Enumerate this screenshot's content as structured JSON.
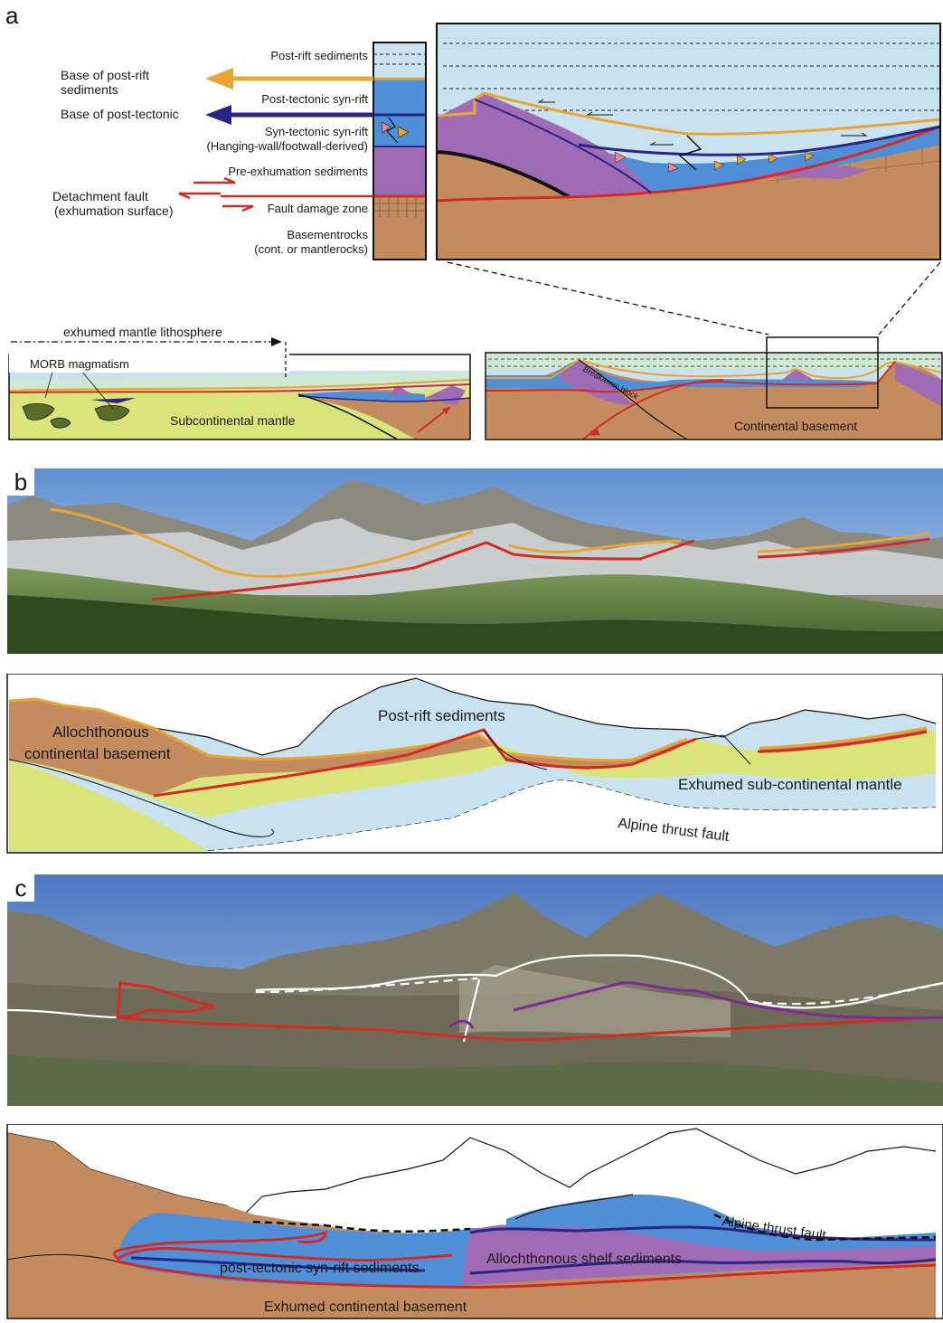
{
  "panel_a": {
    "letter": "a",
    "column_labels": {
      "post_rift": "Post-rift sediments",
      "post_tectonic": "Post-tectonic syn-rift",
      "syn_tectonic_1": "Syn-tectonic syn-rift",
      "syn_tectonic_2": "(Hanging-wall/footwall-derived)",
      "pre_exhumation": "Pre-exhumation sediments",
      "damage_zone": "Fault damage zone",
      "basement_1": "Basementrocks",
      "basement_2": "(cont. or mantlerocks)"
    },
    "arrow_labels": {
      "base_post_rift_1": "Base of post-rift",
      "base_post_rift_2": "sediments",
      "base_post_tectonic": "Base of post-tectonic",
      "detachment_1": "Detachment fault",
      "detachment_2": "(exhumation surface)"
    },
    "section_labels": {
      "exhumed_mantle": "exhumed mantle lithosphere",
      "morb": "MORB magmatism",
      "subcontinental": "Subcontinental mantle",
      "breakaway": "Breakaway block",
      "continental_basement": "Continental basement"
    }
  },
  "panel_b": {
    "letter": "b",
    "labels": {
      "allochthonous_1": "Allochthonous",
      "allochthonous_2": "continental basement",
      "post_rift": "Post-rift sediments",
      "exhumed_mantle": "Exhumed sub-continental mantle",
      "alpine_thrust": "Alpine thrust fault"
    }
  },
  "panel_c": {
    "letter": "c",
    "labels": {
      "post_tectonic": "post-tectonic syn-rift sediments",
      "allochthonous_shelf": "Allochthonous shelf sediments",
      "alpine_thrust": "Alpine thrust fault",
      "exhumed_basement": "Exhumed continental basement"
    }
  },
  "colors": {
    "post_rift": "#c9e2ef",
    "post_tectonic": "#4f8fd8",
    "pre_exhumation": "#a06bb5",
    "basement": "#c48c5e",
    "mantle": "#d9e57a",
    "detachment": "#d42a24",
    "base_post_rift": "#e8a534",
    "base_post_tectonic": "#2a2388"
  }
}
